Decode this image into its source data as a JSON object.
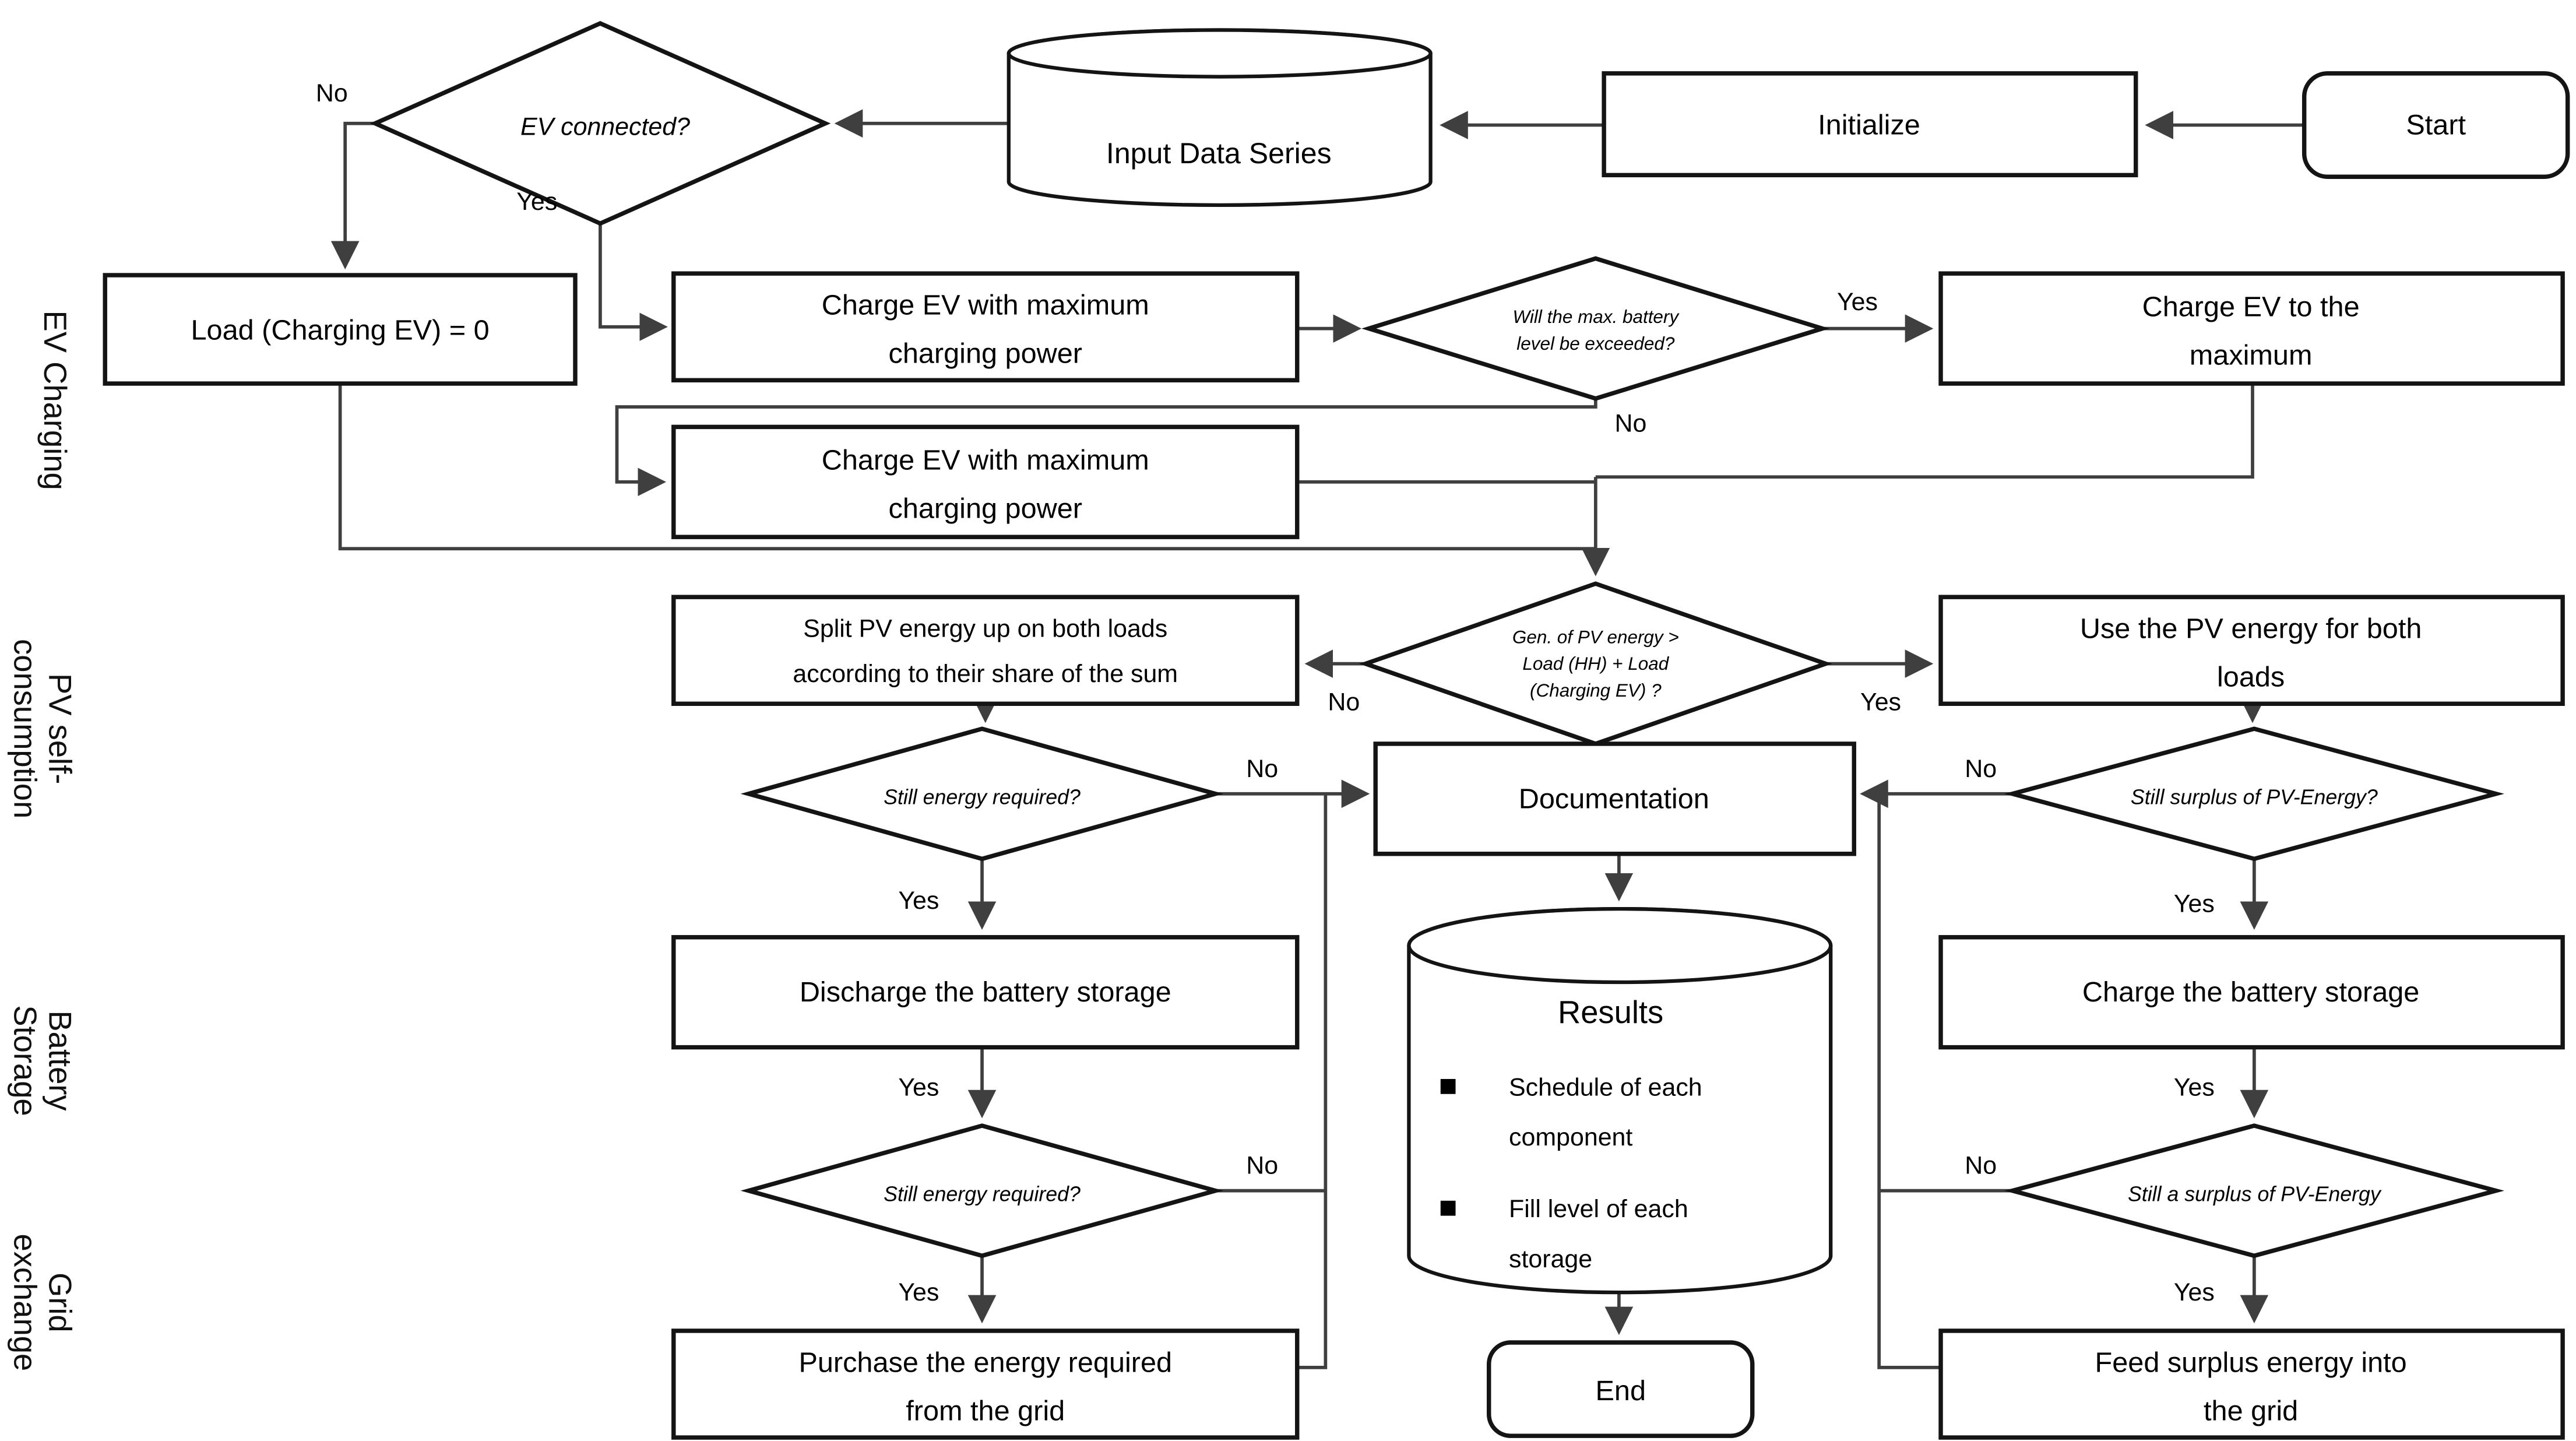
{
  "diagram": {
    "title": "EV charging / PV self-consumption simulation flowchart",
    "background_color": "#ffffff",
    "shape_stroke_color": "#141414",
    "connector_color": "#3f3f3f"
  },
  "nodes": {
    "start": {
      "label": "Start"
    },
    "initialize": {
      "label": "Initialize"
    },
    "input_data_series": {
      "label": "Input Data Series"
    },
    "ev_connected": {
      "label": "EV connected?"
    },
    "load_charging_ev_zero": {
      "label": "Load (Charging EV) = 0"
    },
    "charge_ev_max_power_1": {
      "line1": "Charge EV with maximum",
      "line2": "charging power"
    },
    "max_battery_exceeded": {
      "line1": "Will the max. battery",
      "line2": "level be exceeded?"
    },
    "charge_ev_to_maximum": {
      "line1": "Charge EV to the",
      "line2": "maximum"
    },
    "charge_ev_max_power_2": {
      "line1": "Charge EV with maximum",
      "line2": "charging power"
    },
    "split_pv_energy": {
      "line1": "Split PV energy up on both loads",
      "line2": "according to their share of the sum"
    },
    "gen_pv_greater_load": {
      "line1": "Gen. of PV energy >",
      "line2": "Load (HH) + Load",
      "line3": "(Charging EV) ?"
    },
    "use_pv_both_loads": {
      "line1": "Use the PV energy for both",
      "line2": "loads"
    },
    "still_energy_required_1": {
      "label": "Still energy required?"
    },
    "documentation": {
      "label": "Documentation"
    },
    "still_surplus_pv": {
      "label": "Still surplus of PV-Energy?"
    },
    "discharge_battery": {
      "label": "Discharge the battery storage"
    },
    "charge_battery": {
      "label": "Charge the battery storage"
    },
    "results": {
      "title": "Results",
      "bullet1_line1": "Schedule of each",
      "bullet1_line2": "component",
      "bullet2_line1": "Fill level of each",
      "bullet2_line2": "storage"
    },
    "still_energy_required_2": {
      "label": "Still energy required?"
    },
    "still_surplus_pv_2": {
      "label": "Still a surplus of PV-Energy"
    },
    "purchase_from_grid": {
      "line1": "Purchase the energy required",
      "line2": "from the grid"
    },
    "feed_into_grid": {
      "line1": "Feed surplus energy into",
      "line2": "the grid"
    },
    "end": {
      "label": "End"
    }
  },
  "edge_labels": {
    "yes": "Yes",
    "no": "No"
  },
  "lanes": {
    "ev_charging": {
      "line1": "EV Charging"
    },
    "pv_self_consumption": {
      "line1": "PV self-",
      "line2": "consumption"
    },
    "battery_storage": {
      "line1": "Battery",
      "line2": "Storage"
    },
    "grid_exchange": {
      "line1": "Grid",
      "line2": "exchange"
    }
  }
}
